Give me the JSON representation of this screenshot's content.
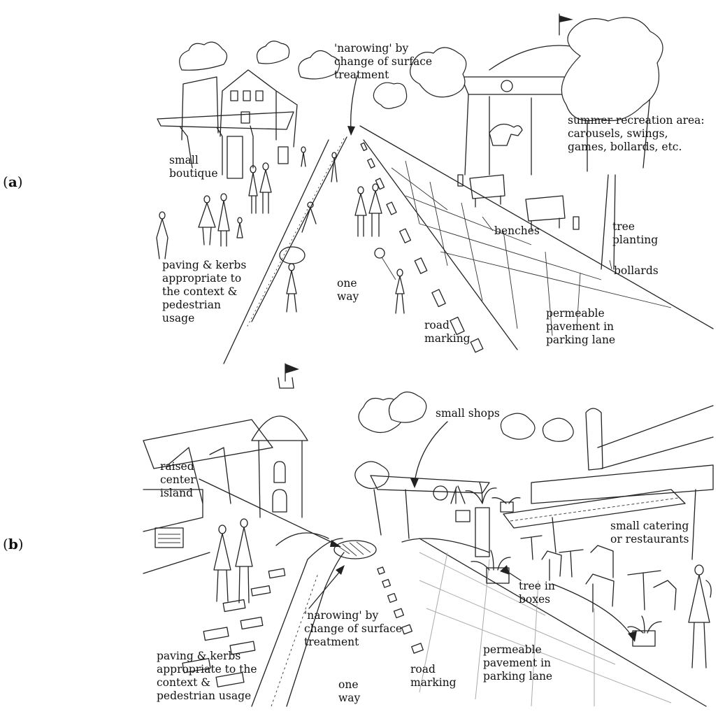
{
  "panels": {
    "a": {
      "label_open": "(",
      "label_letter": "a",
      "label_close": ")",
      "annotations": {
        "narrowing": "'narowing' by\nchange of surface\ntreatment",
        "summer": "summer recreation area:\ncarousels, swings,\ngames, bollards, etc.",
        "boutique": "small\nboutique",
        "benches": "benches",
        "tree_planting": "tree\nplanting",
        "bollards": "bollards",
        "paving": "paving & kerbs\nappropriate to\nthe context &\npedestrian\nusage",
        "one_way": "one\nway",
        "road_marking": "road\nmarking",
        "permeable": "permeable\npavement in\nparking lane"
      }
    },
    "b": {
      "label_open": "(",
      "label_letter": "b",
      "label_close": ")",
      "annotations": {
        "small_shops": "small shops",
        "raised_island": "raised\ncenter\nisland",
        "catering": "small catering\nor restaurants",
        "tree_boxes": "tree in\nboxes",
        "narrowing": "'narowing' by\nchange of surface\ntreatment",
        "paving": "paving & kerbs\nappropriate to the\ncontext &\npedestrian usage",
        "one_way": "one\nway",
        "road_marking": "road\nmarking",
        "permeable": "permeable\npavement in\nparking lane"
      }
    }
  }
}
